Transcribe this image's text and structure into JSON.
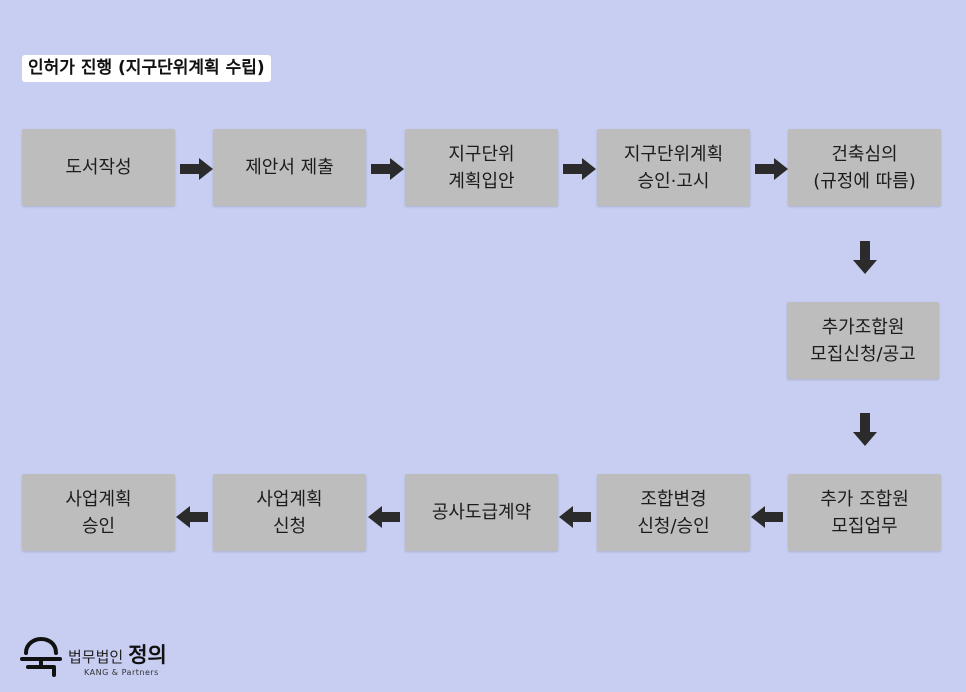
{
  "title": "인허가 진행 (지구단위계획 수립)",
  "colors": {
    "background": "#c8cef2",
    "box": "#bdbdbd",
    "arrow": "#2b2b2b",
    "title_bg": "#ffffff"
  },
  "steps": [
    {
      "lines": [
        "도서작성"
      ]
    },
    {
      "lines": [
        "제안서 제출"
      ]
    },
    {
      "lines": [
        "지구단위",
        "계획입안"
      ]
    },
    {
      "lines": [
        "지구단위계획",
        "승인·고시"
      ]
    },
    {
      "lines": [
        "건축심의",
        "(규정에 따름)"
      ]
    },
    {
      "lines": [
        "추가조합원",
        "모집신청/공고"
      ]
    },
    {
      "lines": [
        "추가 조합원",
        "모집업무"
      ]
    },
    {
      "lines": [
        "조합변경",
        "신청/승인"
      ]
    },
    {
      "lines": [
        "공사도급계약"
      ]
    },
    {
      "lines": [
        "사업계획",
        "신청"
      ]
    },
    {
      "lines": [
        "사업계획",
        "승인"
      ]
    }
  ],
  "logo": {
    "icon": "jeongui-logo-icon",
    "firm_label": "법무법인",
    "name": "정의",
    "english": "KANG & Partners"
  }
}
